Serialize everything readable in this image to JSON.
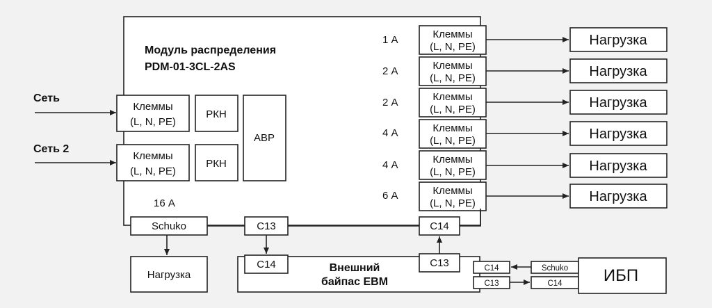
{
  "module": {
    "title_line1": "Модуль распределения",
    "title_line2": "PDM-01-3CL-2AS"
  },
  "inputs": [
    {
      "label": "Сеть"
    },
    {
      "label": "Сеть 2"
    }
  ],
  "input_terminals": [
    {
      "line1": "Клеммы",
      "line2": "(L, N, PE)"
    },
    {
      "line1": "Клеммы",
      "line2": "(L, N, PE)"
    }
  ],
  "rkn": [
    "РКН",
    "РКН"
  ],
  "avr": "АВР",
  "outputs": [
    {
      "current": "1 А",
      "term1": "Клеммы",
      "term2": "(L, N, PE)",
      "load": "Нагрузка"
    },
    {
      "current": "2 А",
      "term1": "Клеммы",
      "term2": "(L, N, PE)",
      "load": "Нагрузка"
    },
    {
      "current": "2 А",
      "term1": "Клеммы",
      "term2": "(L, N, PE)",
      "load": "Нагрузка"
    },
    {
      "current": "4 А",
      "term1": "Клеммы",
      "term2": "(L, N, PE)",
      "load": "Нагрузка"
    },
    {
      "current": "4 А",
      "term1": "Клеммы",
      "term2": "(L, N, PE)",
      "load": "Нагрузка"
    },
    {
      "current": "6 А",
      "term1": "Клеммы",
      "term2": "(L, N, PE)",
      "load": "Нагрузка"
    }
  ],
  "schuko": {
    "current": "16 А",
    "label": "Schuko",
    "load": "Нагрузка"
  },
  "bus_connectors": {
    "c13_left": "C13",
    "c14_right": "C14"
  },
  "bypass": {
    "title_line1": "Внешний",
    "title_line2": "байпас ЕВМ",
    "c14": "C14",
    "c13": "C13"
  },
  "ups": {
    "label": "ИБП",
    "bypass_c14": "C14",
    "bypass_c13": "C13",
    "ups_schuko": "Schuko",
    "ups_c14": "C14"
  }
}
